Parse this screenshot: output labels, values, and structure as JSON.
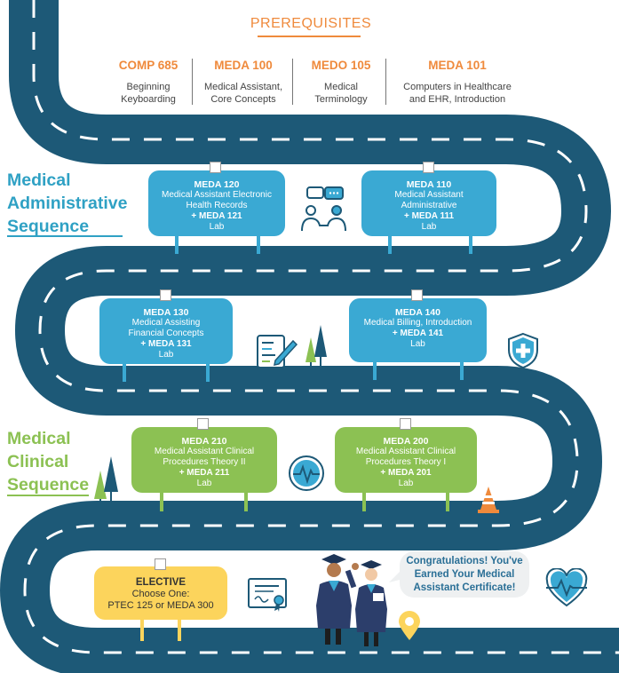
{
  "prerequisites": {
    "title": "PREREQUISITES",
    "courses": [
      {
        "code": "COMP 685",
        "name_line1": "Beginning",
        "name_line2": "Keyboarding"
      },
      {
        "code": "MEDA 100",
        "name_line1": "Medical Assistant,",
        "name_line2": "Core Concepts"
      },
      {
        "code": "MEDO 105",
        "name_line1": "Medical",
        "name_line2": "Terminology"
      },
      {
        "code": "MEDA 101",
        "name_line1": "Computers in Healthcare",
        "name_line2": "and EHR, Introduction"
      }
    ]
  },
  "sequences": {
    "admin": {
      "line1": "Medical",
      "line2": "Administrative",
      "line3": "Sequence"
    },
    "clinical": {
      "line1": "Medical",
      "line2": "Clinical",
      "line3": "Sequence"
    }
  },
  "signs": {
    "meda120": {
      "code": "MEDA 120",
      "line1": "Medical Assistant Electronic",
      "line2": "Health Records",
      "plus": "+ MEDA 121",
      "lab": "Lab"
    },
    "meda110": {
      "code": "MEDA 110",
      "line1": "Medical Assistant",
      "line2": "Administrative",
      "plus": "+ MEDA 111",
      "lab": "Lab"
    },
    "meda130": {
      "code": "MEDA 130",
      "line1": "Medical Assisting",
      "line2": "Financial Concepts",
      "plus": "+ MEDA 131",
      "lab": "Lab"
    },
    "meda140": {
      "code": "MEDA 140",
      "line1": "Medical Billing, Introduction",
      "plus": "+ MEDA 141",
      "lab": "Lab"
    },
    "meda210": {
      "code": "MEDA 210",
      "line1": "Medical Assistant Clinical",
      "line2": "Procedures Theory II",
      "plus": "+ MEDA 211",
      "lab": "Lab"
    },
    "meda200": {
      "code": "MEDA 200",
      "line1": "Medical Assistant Clinical",
      "line2": "Procedures Theory I",
      "plus": "+ MEDA 201",
      "lab": "Lab"
    },
    "elective": {
      "code": "ELECTIVE",
      "line1": "Choose One:",
      "line2": "PTEC 125 or MEDA 300"
    }
  },
  "congrats": {
    "line1": "Congratulations! You've",
    "line2": "Earned Your Medical",
    "line3": "Assistant Certificate!"
  },
  "colors": {
    "road": "#1d5977",
    "admin": "#3aa9d3",
    "clinical": "#8cc153",
    "elective": "#fcd45c",
    "prereq": "#ef8a3c"
  },
  "icons": [
    "conversation-icon",
    "document-pen-icon",
    "shield-plus-icon",
    "heartbeat-circle-icon",
    "certificate-icon",
    "heart-pulse-icon",
    "location-pin-icon",
    "traffic-cone-icon",
    "tree-icon",
    "graduates-illustration"
  ]
}
